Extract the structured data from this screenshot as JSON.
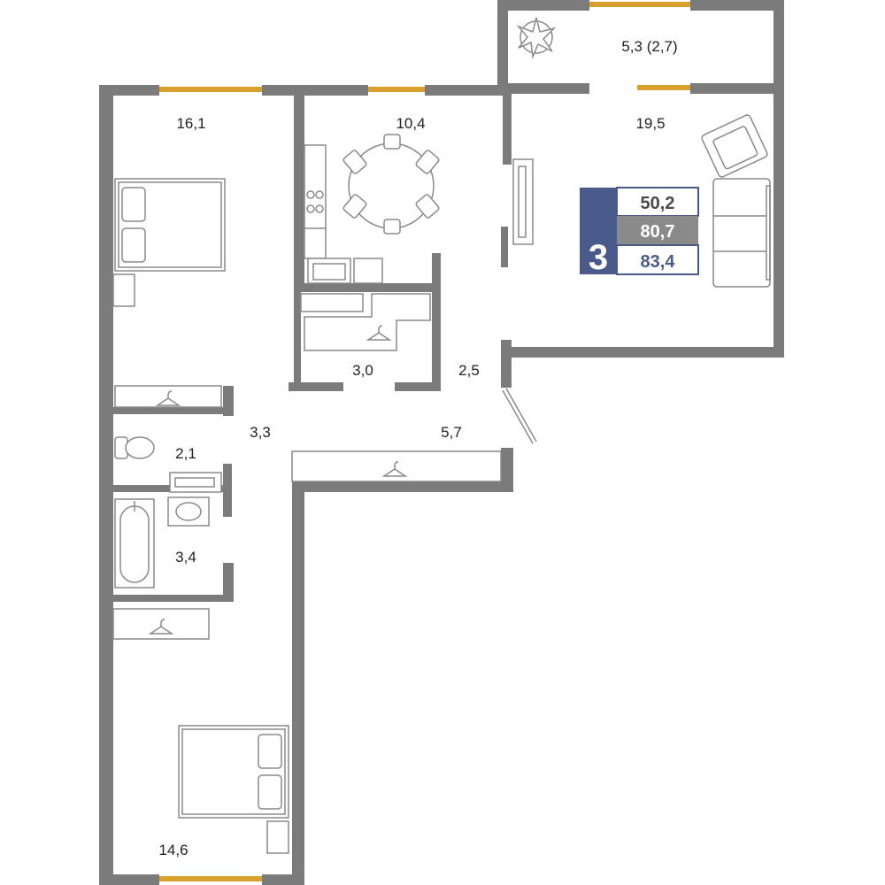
{
  "colors": {
    "wall": "#7b7b7b",
    "window": "#d9a02b",
    "furniture_stroke": "#8a8a8a",
    "badge_blue": "#4a5a8a",
    "badge_gray": "#8a8a8a",
    "badge_blue_text": "#4a5a8a"
  },
  "rooms": {
    "balcony": "5,3 (2,7)",
    "bedroom_top": "16,1",
    "kitchen": "10,4",
    "living": "19,5",
    "storage": "3,0",
    "hall_small": "2,5",
    "corridor": "3,3",
    "hall": "5,7",
    "toilet": "2,1",
    "bathroom": "3,4",
    "bedroom_bottom": "14,6"
  },
  "badge": {
    "rooms_count": "3",
    "living_area": "50,2",
    "total_area": "80,7",
    "total_area_balcony": "83,4"
  },
  "icons": [
    "plant-icon",
    "armchair-icon",
    "sofa-icon",
    "dining-table-icon",
    "bed-icon",
    "hanger-icon",
    "toilet-icon",
    "bathtub-icon",
    "sink-icon",
    "stove-icon",
    "tv-stand-icon"
  ]
}
